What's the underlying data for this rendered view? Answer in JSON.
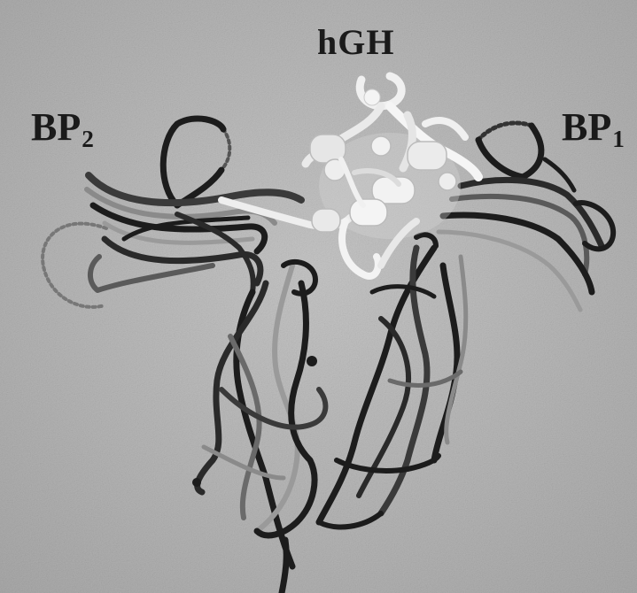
{
  "figure": {
    "labels": {
      "hormone": "hGH",
      "receptor_2": {
        "main": "BP",
        "sub": "2"
      },
      "receptor_1": {
        "main": "BP",
        "sub": "1"
      }
    },
    "colors": {
      "background": "#bdbdbd",
      "receptor_dark": "#1c1c1c",
      "receptor_mid": "#5a5a5a",
      "receptor_light": "#9a9a9a",
      "hormone_light": "#f0f0f0",
      "label_text": "#1a1a1a"
    }
  }
}
